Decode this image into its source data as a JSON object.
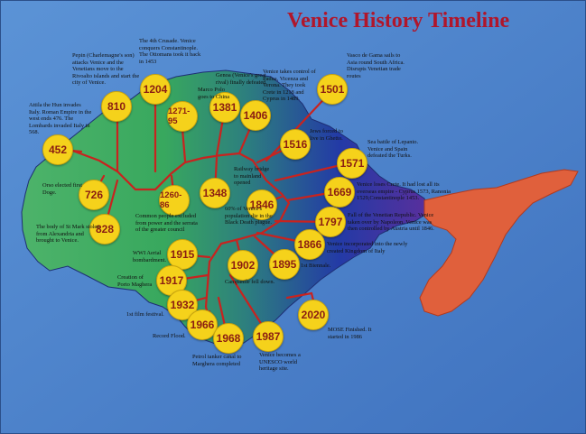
{
  "title": "Venice History Timeline",
  "colors": {
    "background": "#4a7fc4",
    "island_start": "#4db36a",
    "island_end": "#233aa6",
    "east_island": "#e0603c",
    "timeline": "#c8231f",
    "node_fill": "#f5d21b",
    "node_text": "#8a1d12",
    "title": "#b0162b"
  },
  "events": [
    {
      "id": "452",
      "year": "452",
      "text": "Attila the Hun invades Italy. Roman Empire in the west ends 476. The Lombards invaded Italy in 568."
    },
    {
      "id": "810",
      "year": "810",
      "text": "Pepin (Charlemagne's son) attacks Venice and the Venetians move to the Rivoalto islands and start the city of Venice."
    },
    {
      "id": "1204",
      "year": "1204",
      "text": "The 4th Crusade. Venice conquers Constantinople. The Ottomans took it back in 1453"
    },
    {
      "id": "1271",
      "year": "1271-95",
      "text": "Marco Polo goes to China"
    },
    {
      "id": "1381",
      "year": "1381",
      "text": "Genoa (Venice's great rival) finally defeated"
    },
    {
      "id": "1406",
      "year": "1406",
      "text": "Venice takes control of Padua, Vicenza and Verona. They took Crete in 1218 and Cyprus in 1489."
    },
    {
      "id": "1501",
      "year": "1501",
      "text": "Vasco de Gama sails to Asia round South Africa. Disrupts Venetian trade routes"
    },
    {
      "id": "1516",
      "year": "1516",
      "text": "Jews forced to live in Ghetto."
    },
    {
      "id": "1571",
      "year": "1571",
      "text": "Sea battle of Lepanto. Venice and Spain defeated the Turks."
    },
    {
      "id": "726",
      "year": "726",
      "text": "Orso elected first Doge."
    },
    {
      "id": "828",
      "year": "828",
      "text": "The body of St Mark stolen from Alexandria and brought to Venice."
    },
    {
      "id": "1260",
      "year": "1260-86",
      "text": "Common people excluded from power and the serrata of the greater council"
    },
    {
      "id": "1348",
      "year": "1348",
      "text": "60% of Venice's population die in the Black Death plague."
    },
    {
      "id": "1846",
      "year": "1846",
      "text": "Railway bridge to mainland opened"
    },
    {
      "id": "1669",
      "year": "1669",
      "text": "Venice loses Crete. It had lost all its overseas empire - Cyprus 1573, Ranonia 1529,Constantinople 1453."
    },
    {
      "id": "1797",
      "year": "1797",
      "text": "Fall of the Venetian Republic. Venice taken over by Napoleon. Venice was then controlled by Austria until 1846."
    },
    {
      "id": "1866",
      "year": "1866",
      "text": "Venice incorporated into the newly created Kingdom of Italy"
    },
    {
      "id": "1895",
      "year": "1895",
      "text": "1st Biennale."
    },
    {
      "id": "1902",
      "year": "1902",
      "text": "Campanile fell down."
    },
    {
      "id": "1915",
      "year": "1915",
      "text": "WWI Aerial bombardment."
    },
    {
      "id": "1917",
      "year": "1917",
      "text": "Creation of Porto Maghera"
    },
    {
      "id": "1932",
      "year": "1932",
      "text": "1st film festival."
    },
    {
      "id": "1966",
      "year": "1966",
      "text": "Record Flood."
    },
    {
      "id": "1968",
      "year": "1968",
      "text": "Petrol tanker canal to Marghera completed"
    },
    {
      "id": "1987",
      "year": "1987",
      "text": "Venice becomes a UNESCO world heritage site."
    },
    {
      "id": "2020",
      "year": "2020",
      "text": "MOSE Finished. It started in 1986"
    }
  ]
}
